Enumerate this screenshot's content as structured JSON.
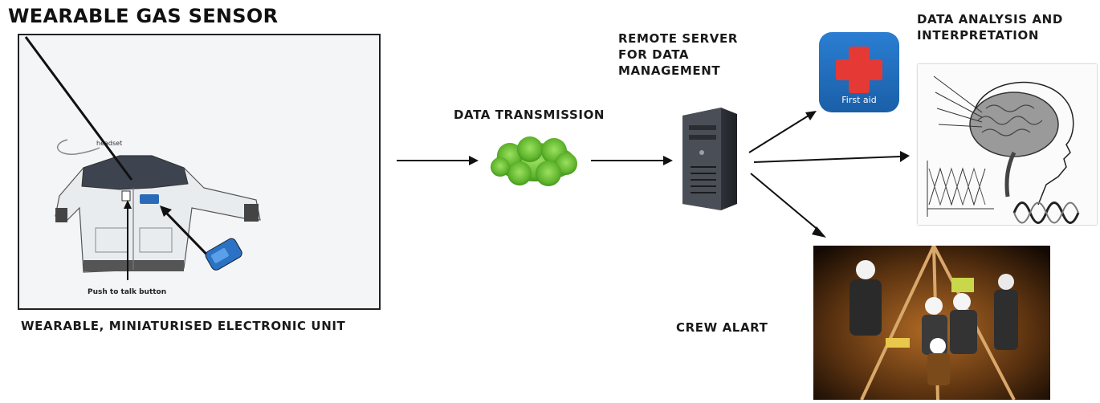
{
  "title": "WEARABLE GAS SENSOR",
  "labels": {
    "unit": "WEARABLE, MINIATURISED ELECTRONIC UNIT",
    "transmission": "DATA TRANSMISSION",
    "server": "REMOTE SERVER\nFOR DATA\nMANAGEMENT",
    "analysis": "DATA ANALYSIS AND\nINTERPRETATION",
    "crew": "CREW ALART"
  },
  "jacket_image": {
    "headset_label": "headset",
    "button_label": "Push to talk button"
  },
  "first_aid": {
    "label": "First aid",
    "cross_color": "#e53935",
    "background": "#1f6fc0"
  },
  "colors": {
    "cloud": "#5fb42c",
    "arrow": "#111111"
  }
}
